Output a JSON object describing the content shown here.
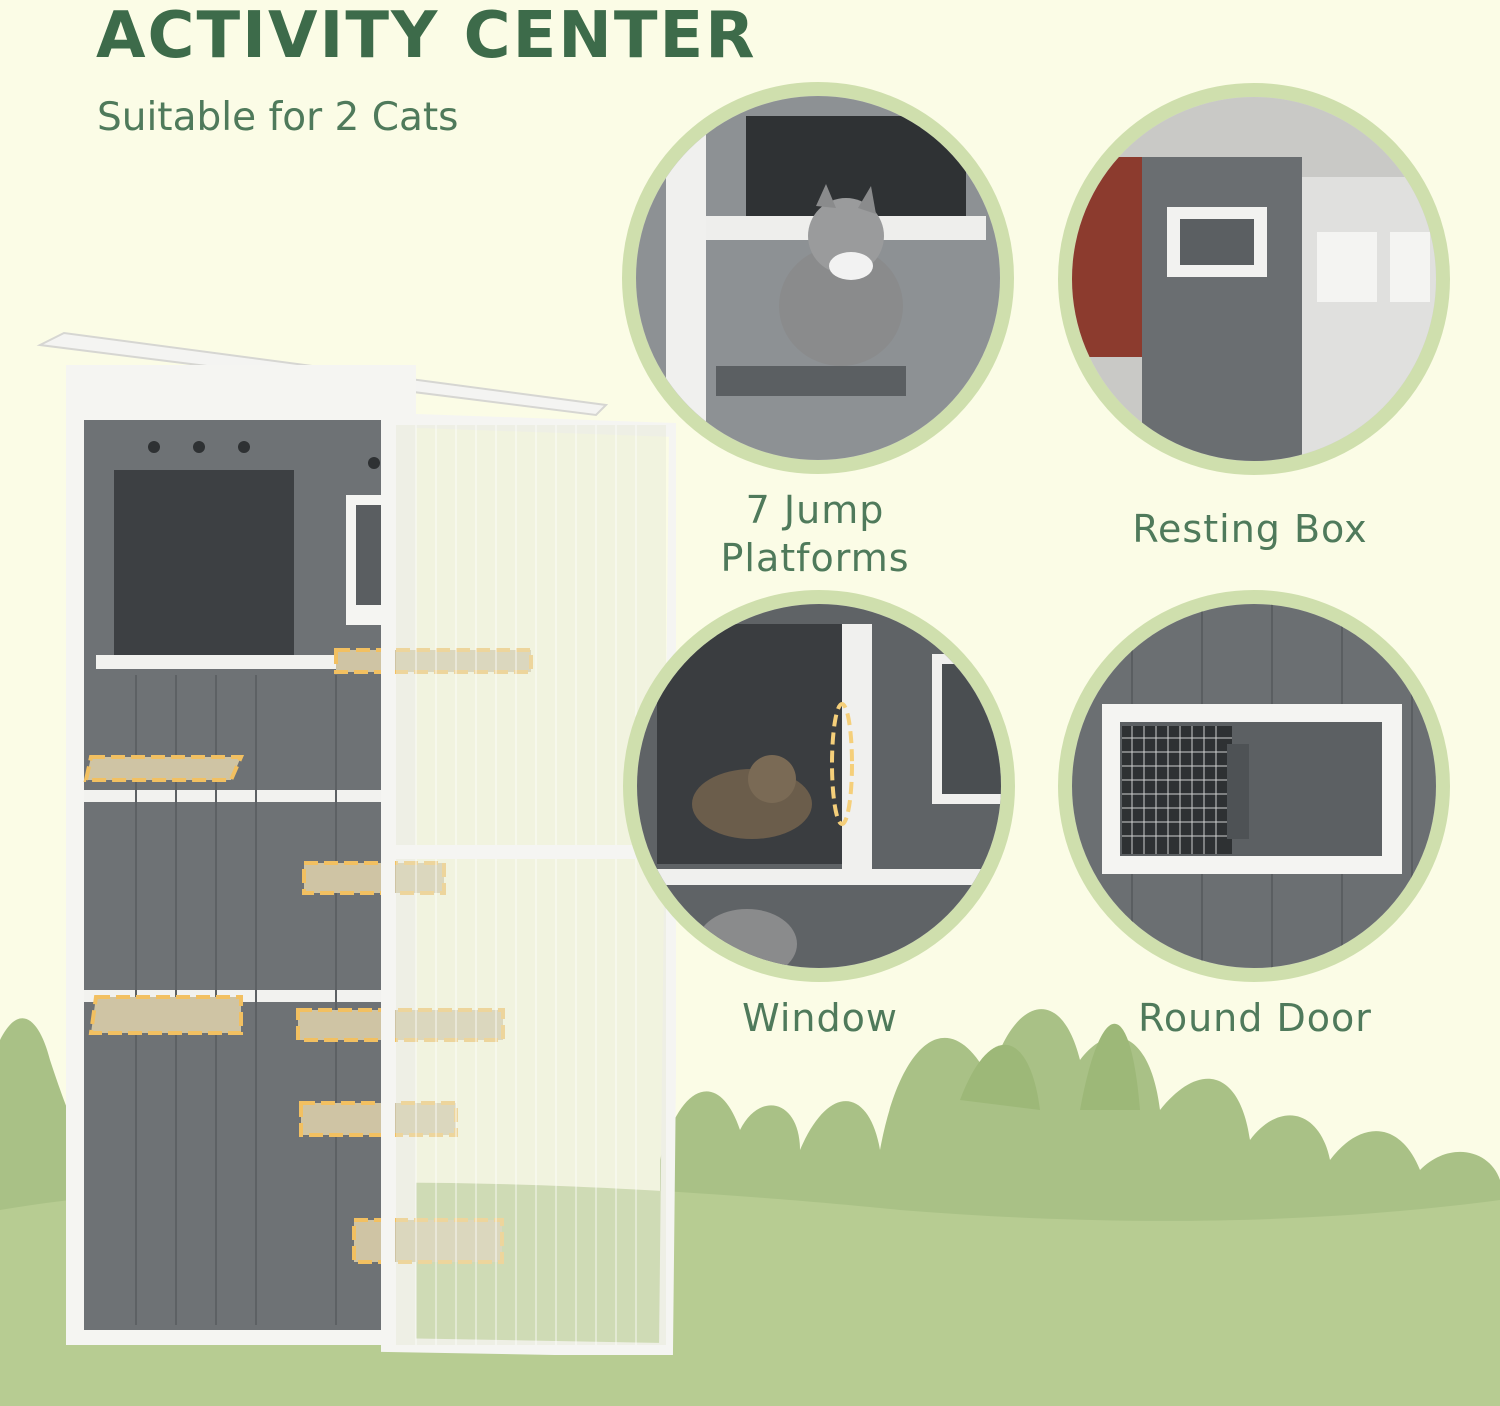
{
  "header": {
    "title": "ACTIVITY CENTER",
    "subtitle": "Suitable for 2 Cats"
  },
  "features": [
    {
      "caption_line1": "7 Jump",
      "caption_line2": "Platforms",
      "icon": "cat-on-platform-photo"
    },
    {
      "caption": "Resting Box",
      "icon": "resting-box-photo"
    },
    {
      "caption": "Window",
      "icon": "cat-window-photo"
    },
    {
      "caption": "Round Door",
      "icon": "round-door-photo"
    }
  ],
  "colors": {
    "background": "#fbfce6",
    "title_green": "#3d6b4a",
    "caption_green": "#4f7a5b",
    "circle_ring": "#cfdfad",
    "hill_green": "#a9c186",
    "highlight_yellow": "#f5cf7a"
  }
}
